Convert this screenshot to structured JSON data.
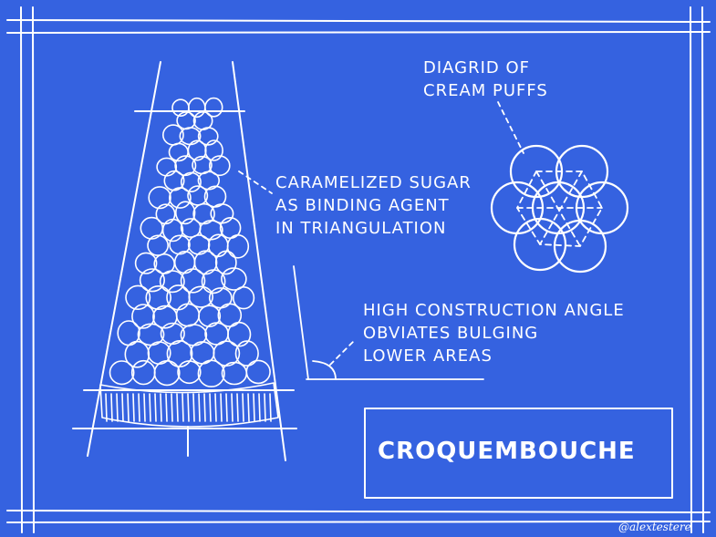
{
  "labels": {
    "diagrid_line1": "DIAGRID OF",
    "diagrid_line2": "CREAM PUFFS",
    "sugar_line1": "CARAMELIZED SUGAR",
    "sugar_line2": "AS BINDING AGENT",
    "sugar_line3": "IN TRIANGULATION",
    "angle_line1": "HIGH CONSTRUCTION ANGLE",
    "angle_line2": "OBVIATES BULGING",
    "angle_line3": "LOWER AREAS"
  },
  "title_block": {
    "title": "CROQUEMBOUCHE"
  },
  "signature": "@alextestere",
  "colors": {
    "background": "#3562e0",
    "ink": "#ffffff"
  }
}
